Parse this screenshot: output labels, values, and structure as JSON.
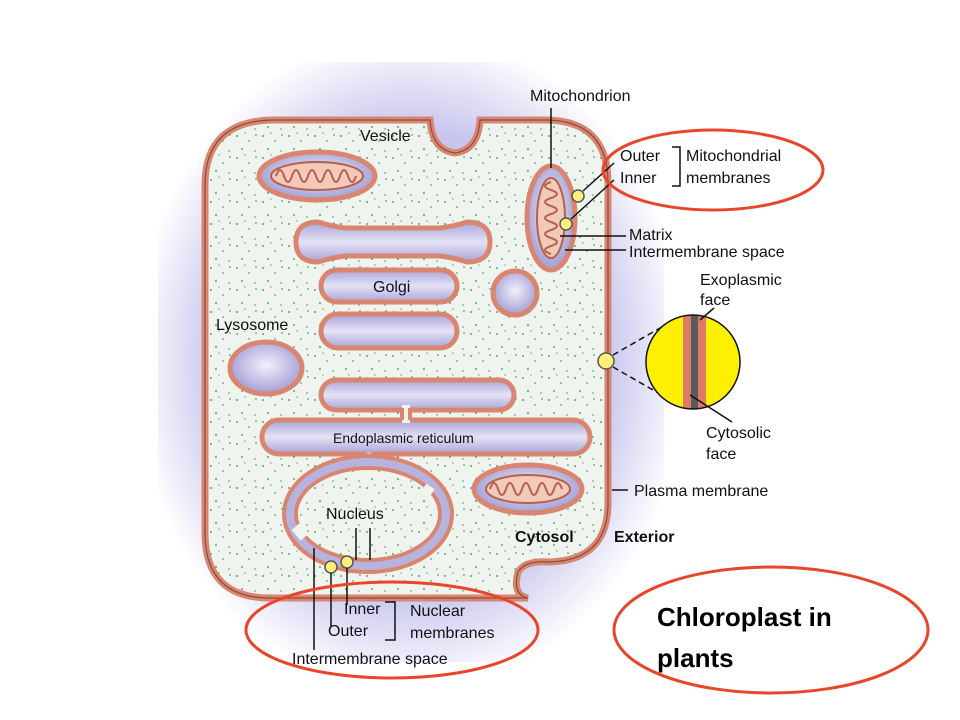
{
  "labels": {
    "vesicle": "Vesicle",
    "mitochondrion": "Mitochondrion",
    "outer_mito": "Outer",
    "inner_mito": "Inner",
    "mito_membranes_1": "Mitochondrial",
    "mito_membranes_2": "membranes",
    "matrix": "Matrix",
    "intermembrane_space_mito": "Intermembrane space",
    "exoplasmic_1": "Exoplasmic",
    "exoplasmic_2": "face",
    "golgi": "Golgi",
    "lysosome": "Lysosome",
    "cytosolic_1": "Cytosolic",
    "cytosolic_2": "face",
    "er": "Endoplasmic reticulum",
    "plasma_membrane": "Plasma membrane",
    "nucleus": "Nucleus",
    "cytosol": "Cytosol",
    "exterior": "Exterior",
    "inner_nuc": "Inner",
    "outer_nuc": "Outer",
    "nuclear_membranes_1": "Nuclear",
    "nuclear_membranes_2": "membranes",
    "intermembrane_space_nuc": "Intermembrane space"
  },
  "callout": {
    "line1": "Chloroplast in",
    "line2": "plants"
  },
  "colors": {
    "membrane": "#d98670",
    "lumen": "#b7b3df",
    "cytosol": "#eef3ee",
    "halo": "#cfcdf0",
    "highlight_ring": "#e8462a",
    "membrane_yellow": "#ffef00"
  }
}
